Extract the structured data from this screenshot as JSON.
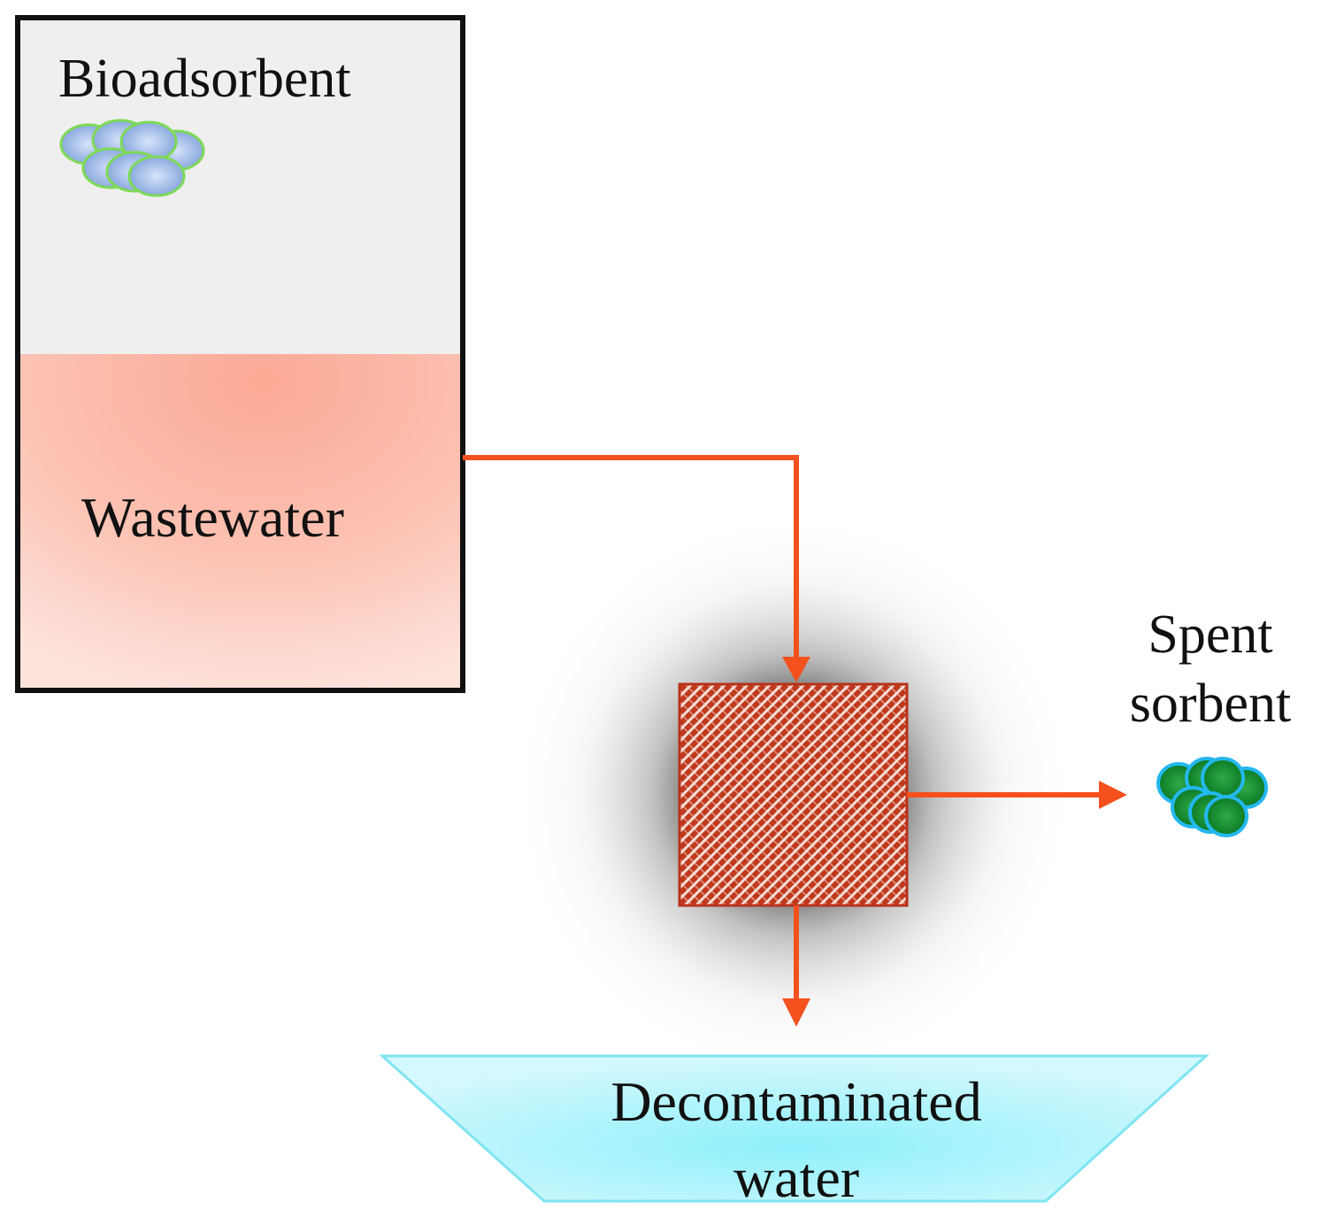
{
  "diagram": {
    "tank": {
      "top_label": "Bioadsorbent",
      "bottom_label": "Wastewater"
    },
    "output_sorbent": {
      "line1": "Spent",
      "line2": "sorbent"
    },
    "output_water": {
      "line1": "Decontaminated",
      "line2": "water"
    }
  },
  "colors": {
    "arrow": "#f4511e",
    "tank_border": "#111111",
    "tank_top_fill": "#efefef",
    "wastewater_fill": "#fbb3a3",
    "filter_fill": "#c0391d",
    "water_fill": "#a8f0fb",
    "bioadsorbent_particle": "#a9c4ec",
    "bioadsorbent_rim": "#7ed957",
    "spent_particle": "#13892e",
    "spent_rim": "#24b8ef"
  }
}
